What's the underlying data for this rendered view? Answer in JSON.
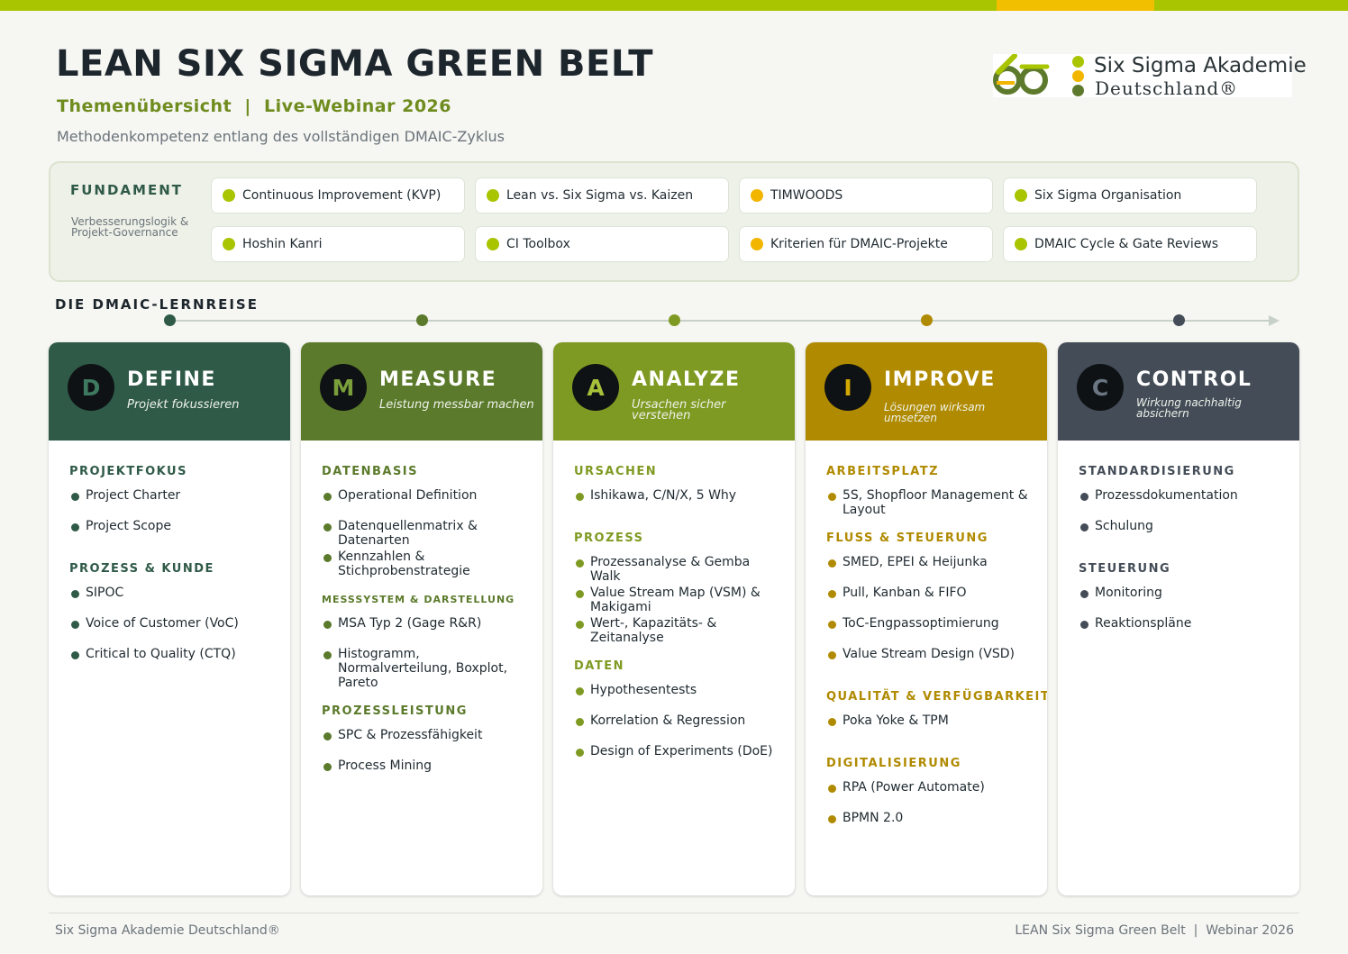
{
  "header": {
    "title": "LEAN SIX SIGMA GREEN BELT",
    "subtitle": "Themenübersicht  |  Live-Webinar 2026",
    "tagline": "Methodenkompetenz entlang des vollständigen DMAIC-Zyklus"
  },
  "logo": {
    "line1": "Six Sigma Akademie",
    "line2": "Deutschland®",
    "dot_colors": [
      "#a9c400",
      "#f2b600",
      "#5d7a2c"
    ]
  },
  "colors": {
    "brand_lime": "#a9c400",
    "brand_yellow": "#f2be00",
    "define": "#2f5a48",
    "measure": "#5b7a2b",
    "analyze": "#7f9a22",
    "improve": "#b08a00",
    "control": "#434c57"
  },
  "fundament": {
    "title": "FUNDAMENT",
    "subtitle": "Verbesserungslogik & Projekt-Governance",
    "items": [
      {
        "label": "Continuous Improvement (KVP)",
        "dot": "#a9c400"
      },
      {
        "label": "Lean vs. Six Sigma vs. Kaizen",
        "dot": "#a9c400"
      },
      {
        "label": "TIMWOODS",
        "dot": "#f2b600"
      },
      {
        "label": "Six Sigma Organisation",
        "dot": "#a9c400"
      },
      {
        "label": "Hoshin Kanri",
        "dot": "#a9c400"
      },
      {
        "label": "CI Toolbox",
        "dot": "#a9c400"
      },
      {
        "label": "Kriterien für DMAIC-Projekte",
        "dot": "#f2b600"
      },
      {
        "label": "DMAIC Cycle & Gate Reviews",
        "dot": "#a9c400"
      }
    ]
  },
  "journey": {
    "label": "DIE DMAIC-LERNREISE"
  },
  "phases": [
    {
      "letter": "D",
      "name": "DEFINE",
      "subtitle": "Projekt fokussieren",
      "sections": [
        {
          "title": "PROJEKTFOKUS",
          "items": [
            "Project Charter",
            "Project Scope"
          ]
        },
        {
          "title": "PROZESS & KUNDE",
          "items": [
            "SIPOC",
            "Voice of Customer (VoC)",
            "Critical to Quality (CTQ)"
          ]
        }
      ]
    },
    {
      "letter": "M",
      "name": "MEASURE",
      "subtitle": "Leistung messbar machen",
      "sections": [
        {
          "title": "DATENBASIS",
          "items": [
            "Operational Definition",
            "Datenquellenmatrix & Datenarten",
            "Kennzahlen & Stichprobenstrategie"
          ]
        },
        {
          "title": "MESSSYSTEM & DARSTELLUNG",
          "items": [
            "MSA Typ 2 (Gage R&R)",
            "Histogramm, Normalverteilung, Boxplot, Pareto"
          ]
        },
        {
          "title": "PROZESSLEISTUNG",
          "items": [
            "SPC & Prozessfähigkeit",
            "Process Mining"
          ]
        }
      ]
    },
    {
      "letter": "A",
      "name": "ANALYZE",
      "subtitle": "Ursachen sicher verstehen",
      "sections": [
        {
          "title": "URSACHEN",
          "items": [
            "Ishikawa, C/N/X, 5 Why"
          ]
        },
        {
          "title": "PROZESS",
          "items": [
            "Prozessanalyse & Gemba Walk",
            "Value Stream Map (VSM) & Makigami",
            "Wert-, Kapazitäts- & Zeitanalyse"
          ]
        },
        {
          "title": "DATEN",
          "items": [
            "Hypothesentests",
            "Korrelation & Regression",
            "Design of Experiments (DoE)"
          ]
        }
      ]
    },
    {
      "letter": "I",
      "name": "IMPROVE",
      "subtitle": "Lösungen wirksam umsetzen",
      "sections": [
        {
          "title": "ARBEITSPLATZ",
          "items": [
            "5S, Shopfloor Management & Layout"
          ]
        },
        {
          "title": "FLUSS & STEUERUNG",
          "items": [
            "SMED, EPEI & Heijunka",
            "Pull, Kanban & FIFO",
            "ToC-Engpassoptimierung",
            "Value Stream Design (VSD)"
          ]
        },
        {
          "title": "QUALITÄT & VERFÜGBARKEIT",
          "items": [
            "Poka Yoke & TPM"
          ]
        },
        {
          "title": "DIGITALISIERUNG",
          "items": [
            "RPA (Power Automate)",
            "BPMN 2.0"
          ]
        }
      ]
    },
    {
      "letter": "C",
      "name": "CONTROL",
      "subtitle": "Wirkung nachhaltig absichern",
      "sections": [
        {
          "title": "STANDARDISIERUNG",
          "items": [
            "Prozessdokumentation",
            "Schulung"
          ]
        },
        {
          "title": "STEUERUNG",
          "items": [
            "Monitoring",
            "Reaktionspläne"
          ]
        }
      ]
    }
  ],
  "footer": {
    "left": "Six Sigma Akademie Deutschland®",
    "right": "LEAN Six Sigma Green Belt  |  Webinar 2026"
  }
}
